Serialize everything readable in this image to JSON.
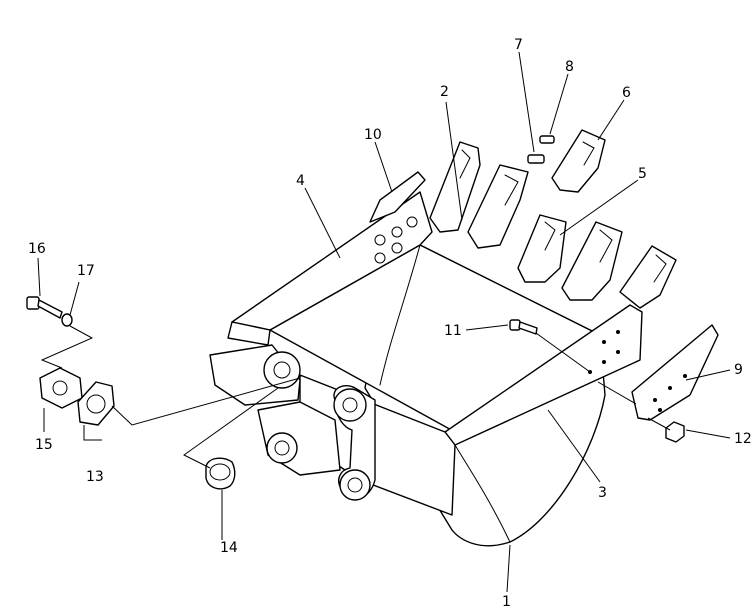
{
  "callouts": [
    {
      "id": "c1",
      "number": "1"
    },
    {
      "id": "c2",
      "number": "2"
    },
    {
      "id": "c3",
      "number": "3"
    },
    {
      "id": "c4",
      "number": "4"
    },
    {
      "id": "c5",
      "number": "5"
    },
    {
      "id": "c6",
      "number": "6"
    },
    {
      "id": "c7",
      "number": "7"
    },
    {
      "id": "c8",
      "number": "8"
    },
    {
      "id": "c9",
      "number": "9"
    },
    {
      "id": "c10",
      "number": "10"
    },
    {
      "id": "c11",
      "number": "11"
    },
    {
      "id": "c12",
      "number": "12"
    },
    {
      "id": "c13",
      "number": "13"
    },
    {
      "id": "c14",
      "number": "14"
    },
    {
      "id": "c15",
      "number": "15"
    },
    {
      "id": "c16",
      "number": "16"
    },
    {
      "id": "c17",
      "number": "17"
    }
  ]
}
